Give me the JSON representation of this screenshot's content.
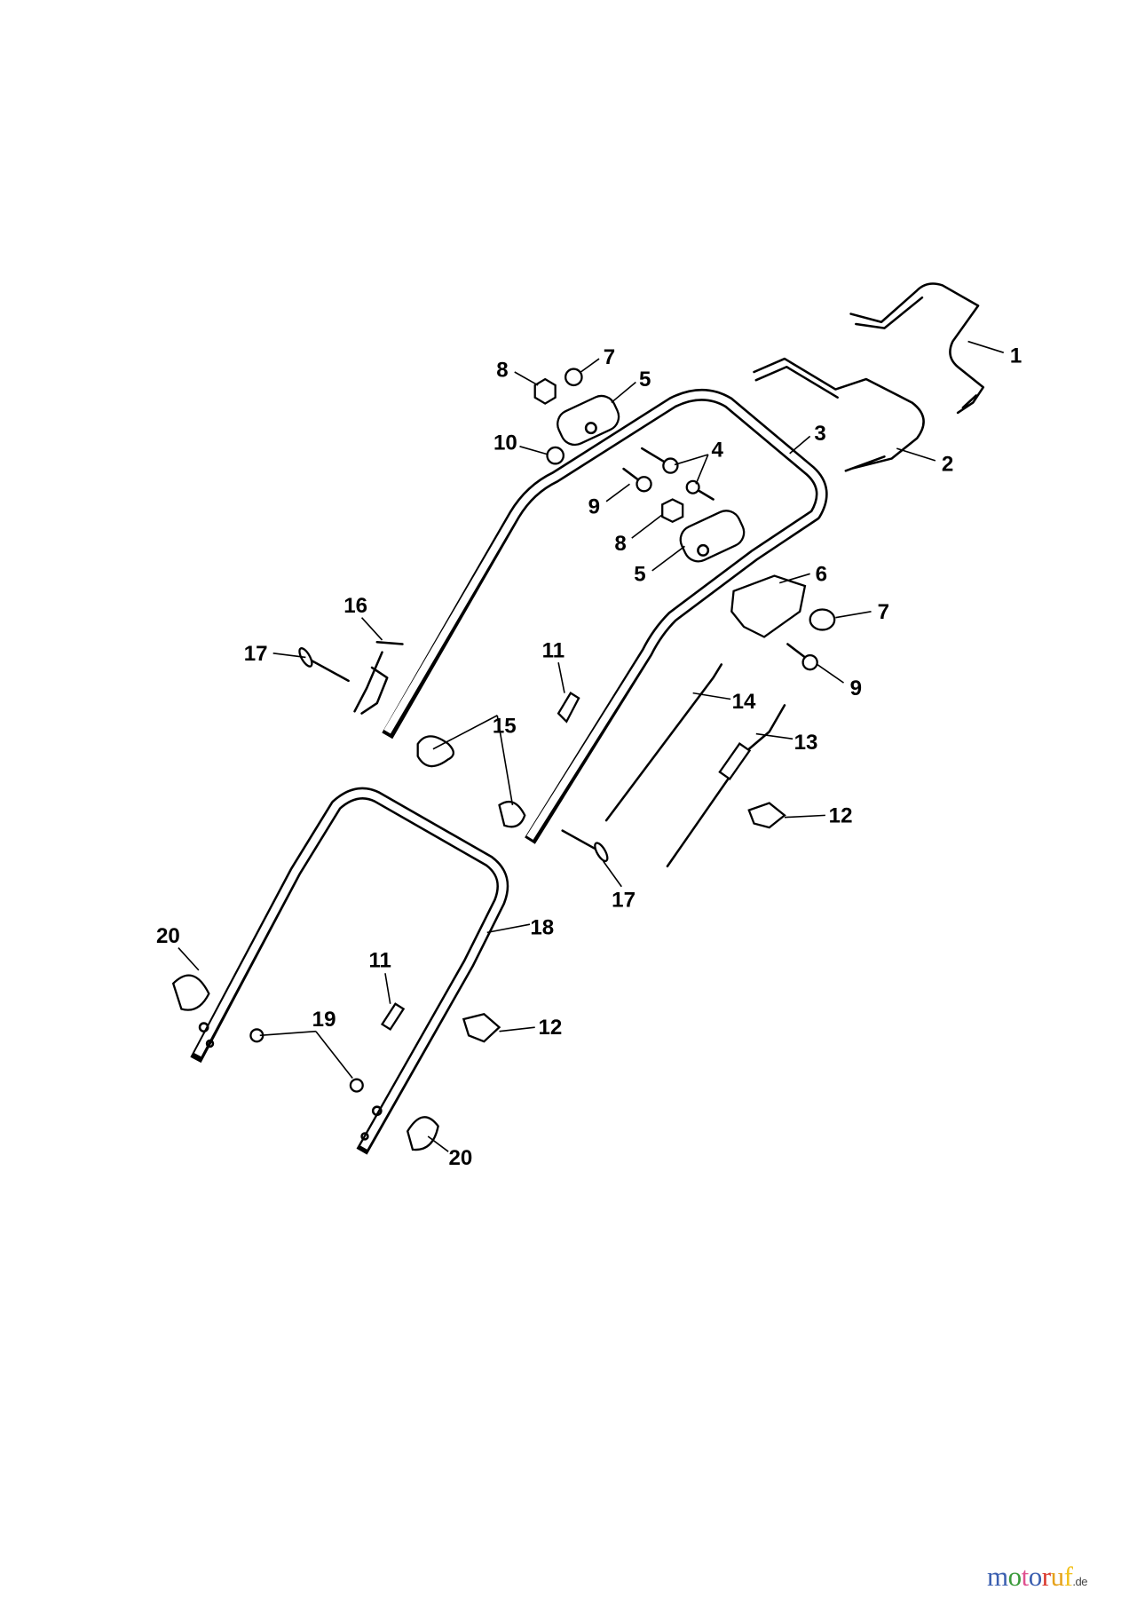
{
  "diagram": {
    "callouts": [
      {
        "id": "c1",
        "label": "1"
      },
      {
        "id": "c2",
        "label": "2"
      },
      {
        "id": "c3",
        "label": "3"
      },
      {
        "id": "c4",
        "label": "4"
      },
      {
        "id": "c5a",
        "label": "5"
      },
      {
        "id": "c5b",
        "label": "5"
      },
      {
        "id": "c6",
        "label": "6"
      },
      {
        "id": "c7a",
        "label": "7"
      },
      {
        "id": "c7b",
        "label": "7"
      },
      {
        "id": "c8a",
        "label": "8"
      },
      {
        "id": "c8b",
        "label": "8"
      },
      {
        "id": "c9a",
        "label": "9"
      },
      {
        "id": "c9b",
        "label": "9"
      },
      {
        "id": "c10",
        "label": "10"
      },
      {
        "id": "c11a",
        "label": "11"
      },
      {
        "id": "c11b",
        "label": "11"
      },
      {
        "id": "c12a",
        "label": "12"
      },
      {
        "id": "c12b",
        "label": "12"
      },
      {
        "id": "c13",
        "label": "13"
      },
      {
        "id": "c14",
        "label": "14"
      },
      {
        "id": "c15",
        "label": "15"
      },
      {
        "id": "c16",
        "label": "16"
      },
      {
        "id": "c17a",
        "label": "17"
      },
      {
        "id": "c17b",
        "label": "17"
      },
      {
        "id": "c18",
        "label": "18"
      },
      {
        "id": "c19",
        "label": "19"
      },
      {
        "id": "c20a",
        "label": "20"
      },
      {
        "id": "c20b",
        "label": "20"
      }
    ]
  },
  "logo": {
    "text": "motoruf",
    "tld": ".de",
    "letter_colors": [
      "#3b5fb0",
      "#3a9a3a",
      "#e0508f",
      "#3b5fb0",
      "#d9352a",
      "#e6a21b",
      "#f2c01a"
    ]
  }
}
